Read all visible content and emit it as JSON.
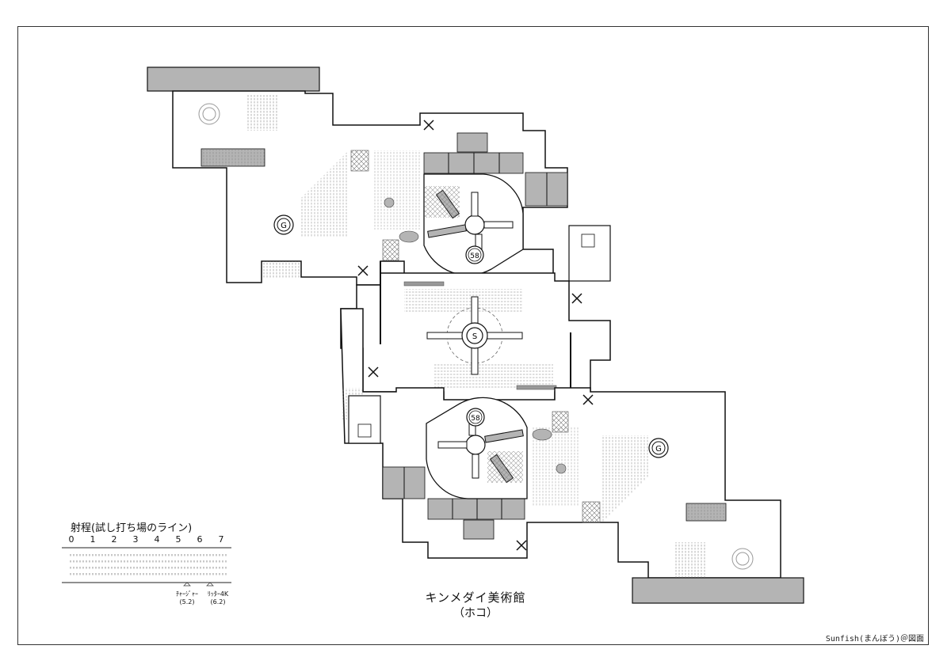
{
  "map": {
    "title": "キンメダイ美術館",
    "subtitle": "（ホコ）",
    "credit": "Sunfish(まんぼう)＠図面",
    "markers": {
      "goal": "G",
      "spawn": "S",
      "height": "58"
    }
  },
  "range_legend": {
    "title": "射程(試し打ち場のライン)",
    "ticks": [
      "0",
      "1",
      "2",
      "3",
      "4",
      "5",
      "6",
      "7"
    ],
    "weapons": [
      {
        "name": "ﾁｬｰｼﾞｬｰ",
        "range": "(5.2)"
      },
      {
        "name": "ﾘｯﾀｰ4K",
        "range": "(6.2)"
      }
    ]
  },
  "colors": {
    "floor": "#ffffff",
    "block": "#b4b4b4",
    "wall": "#1a1a1a",
    "hatch": "#888888"
  }
}
